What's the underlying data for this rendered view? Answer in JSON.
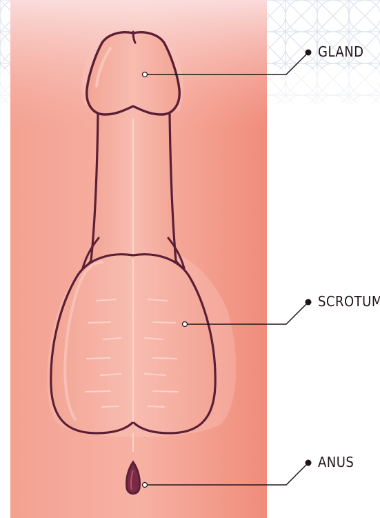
{
  "labels": {
    "gland": "GLAND",
    "scrotum": "SCROTUM",
    "anus": "ANUS"
  },
  "colors": {
    "panel": "#f4a493",
    "panel_light": "#f9c4bb",
    "skin": "#f7b1a4",
    "skin_light": "#f9c7be",
    "outline": "#5a1f35",
    "pattern": "#dfe3ef",
    "leader": "#1f1418"
  }
}
